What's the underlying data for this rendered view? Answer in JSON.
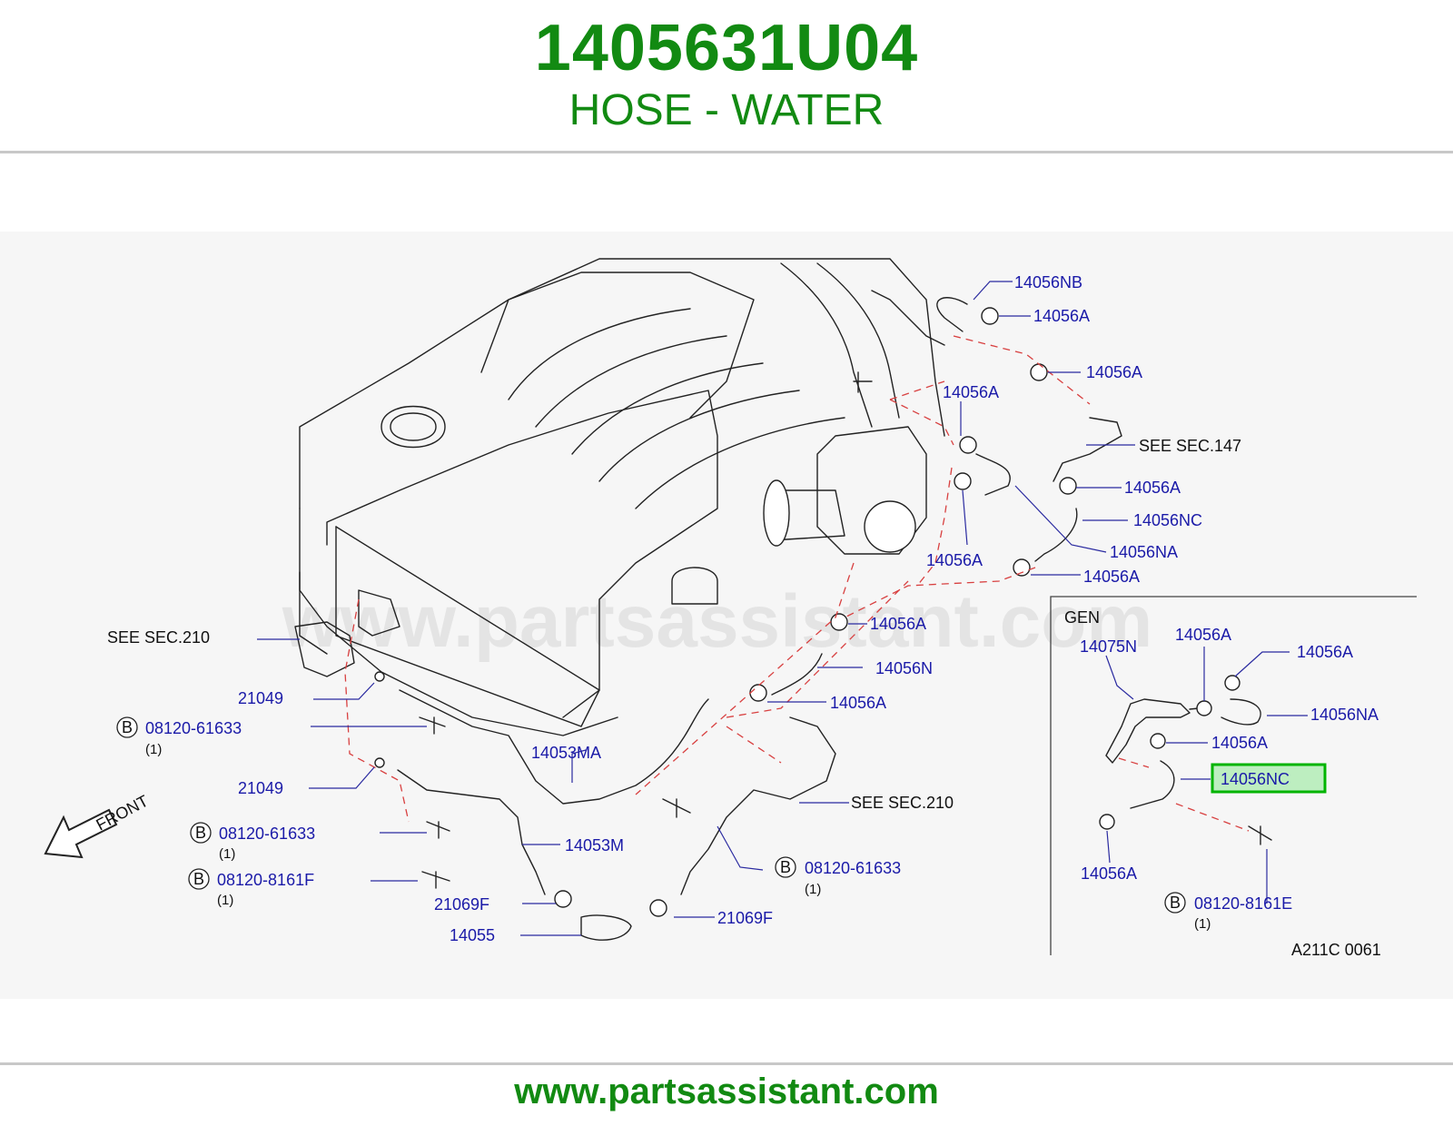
{
  "header": {
    "part_number": "1405631U04",
    "part_name": "HOSE - WATER"
  },
  "footer": {
    "url": "www.partsassistant.com"
  },
  "watermark": "www.partsassistant.com",
  "colors": {
    "brand_green": "#128a12",
    "callout_blue": "#1a1aa8",
    "highlight_green": "#00b400",
    "highlight_fill": "#bdeec0",
    "leader_dash_red": "#d84040"
  },
  "diagram": {
    "front_label": "FRONT",
    "see_sec_147": "SEE   SEC.147",
    "see_sec_210_left": "SEE   SEC.210",
    "see_sec_210_right": "SEE   SEC.210",
    "callouts": {
      "c_14056NB": "14056NB",
      "c_14056A_1": "14056A",
      "c_14056A_2": "14056A",
      "c_14056A_3": "14056A",
      "c_14056A_4": "14056A",
      "c_14056NC": "14056NC",
      "c_14056A_5": "14056A",
      "c_14056NA": "14056NA",
      "c_14056A_6": "14056A",
      "c_14056A_7": "14056A",
      "c_14056N": "14056N",
      "c_14056A_8": "14056A",
      "c_21049_1": "21049",
      "c_21049_2": "21049",
      "c_14053MA": "14053MA",
      "c_14053M": "14053M",
      "c_21069F_1": "21069F",
      "c_21069F_2": "21069F",
      "c_14055": "14055"
    },
    "bolts": {
      "b1": {
        "mark": "B",
        "part": "08120-61633",
        "qty": "(1)"
      },
      "b2": {
        "mark": "B",
        "part": "08120-61633",
        "qty": "(1)"
      },
      "b3": {
        "mark": "B",
        "part": "08120-8161F",
        "qty": "(1)"
      },
      "b4": {
        "mark": "B",
        "part": "08120-61633",
        "qty": "(1)"
      },
      "b5": {
        "mark": "B",
        "part": "08120-8161E",
        "qty": "(1)"
      }
    },
    "inset": {
      "title": "GEN",
      "c_14075N": "14075N",
      "c_14056A_a": "14056A",
      "c_14056A_b": "14056A",
      "c_14056NA": "14056NA",
      "c_14056A_c": "14056A",
      "c_14056NC_highlighted": "14056NC",
      "c_14056A_d": "14056A",
      "figure_code": "A211C   0061"
    }
  }
}
